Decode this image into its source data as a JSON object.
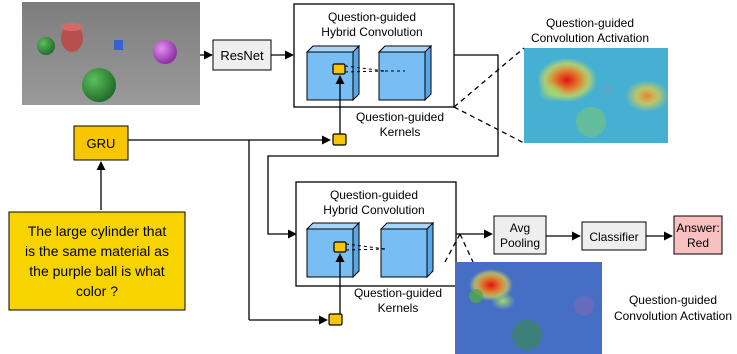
{
  "top_block": {
    "title_line1": "Question-guided",
    "title_line2": "Hybrid Convolution",
    "kernels_line1": "Question-guided",
    "kernels_line2": "Kernels"
  },
  "bottom_block": {
    "title_line1": "Question-guided",
    "title_line2": "Hybrid Convolution",
    "kernels_line1": "Question-guided",
    "kernels_line2": "Kernels"
  },
  "resnet_label": "ResNet",
  "gru_label": "GRU",
  "question_lines": [
    "The large cylinder that",
    "is the same material as",
    "the purple ball is what",
    "color ?"
  ],
  "activation_top_line1": "Question-guided",
  "activation_top_line2": "Convolution Activation",
  "activation_bottom_line1": "Question-guided",
  "activation_bottom_line2": "Convolution Activation",
  "avg_pooling_line1": "Avg",
  "avg_pooling_line2": "Pooling",
  "classifier_label": "Classifier",
  "answer_line1": "Answer:",
  "answer_line2": "Red",
  "colors": {
    "gru_fill": "#f7c600",
    "question_fill": "#f7d300",
    "kernel_fill": "#f7c600",
    "cube_fill": "#78bef5",
    "module_fill": "#eeeeee",
    "answer_fill": "#f9c0c0"
  }
}
